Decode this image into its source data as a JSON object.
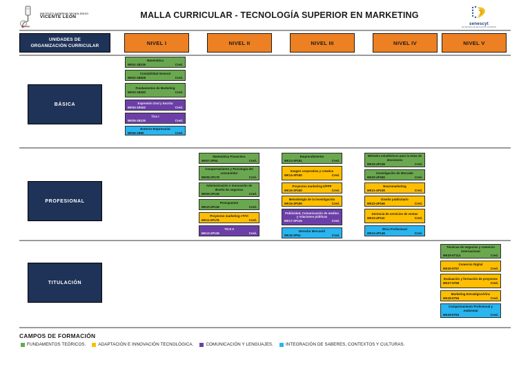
{
  "header": {
    "institution_line1": "INSTITUTO SUPERIOR TECNOLÓGICO",
    "institution_line2": "VICENTE LEÓN",
    "title": "MALLA CURRICULAR  -  TECNOLOGÍA SUPERIOR EN MARKETING",
    "agency_word": "senescyt",
    "agency_sub": "SECRETARÍA DE EDUCACIÓN SUPERIOR"
  },
  "columns": {
    "unidades_line1": "UNIDADES DE",
    "unidades_line2": "ORGANIZACIÓN CURRICULAR",
    "levels": [
      "NIVEL I",
      "NIVEL II",
      "NIVEL III",
      "NIVEL IV",
      "NIVEL V"
    ]
  },
  "areas": [
    {
      "label": "BÁSICA"
    },
    {
      "label": "PROFESIONAL"
    },
    {
      "label": "TITULACIÓN"
    }
  ],
  "credit_label": "Cred.",
  "courses": {
    "basica_nivel1": [
      {
        "name": "Matemática",
        "code": "MK01-1B135",
        "credits": "Cred.",
        "field": "green"
      },
      {
        "name": "Contabilidad General",
        "code": "MK02-1B208",
        "credits": "Cred.",
        "field": "green"
      },
      {
        "name": "Fundamentos de Marketing",
        "code": "MK03-1B180",
        "credits": "Cred.",
        "field": "green"
      },
      {
        "name": "Expresión Oral y Escrita",
        "code": "MK04-1B152",
        "credits": "Cred.",
        "field": "purple"
      },
      {
        "name": "Tics I",
        "code": "MK05-1B135",
        "credits": "Cred.",
        "field": "purple"
      },
      {
        "name": "Entorno Empresarial",
        "code": "MK06-1B90",
        "credits": "Cred.",
        "field": "cyan"
      }
    ],
    "profesional_nivel2": [
      {
        "name": "Matemática Financiera",
        "code": "MK07-2P54",
        "credits": "Cred.",
        "field": "green"
      },
      {
        "name": "Comportamiento y Psicología del consumidor",
        "code": "MK08-2P178",
        "credits": "Cred.",
        "field": "green"
      },
      {
        "name": "Administración e innovación de diseño de negocios",
        "code": "MK09-2P136",
        "credits": "Cred.",
        "field": "green"
      },
      {
        "name": "Presupuesto",
        "code": "MK10-2P136",
        "credits": "Cred.",
        "field": "green"
      },
      {
        "name": "Proyectos marketing I P/VI",
        "code": "MK11-2P178",
        "credits": "Cred.",
        "field": "yellow"
      },
      {
        "name": "TICS II",
        "code": "MK12-2P136",
        "credits": "Cred.",
        "field": "purple"
      }
    ],
    "profesional_nivel3": [
      {
        "name": "Emprendimiento",
        "code": "MK13-3P181",
        "credits": "Cred.",
        "field": "green"
      },
      {
        "name": "Imagen corporativa y creativa",
        "code": "MK14-3P180",
        "credits": "Cred.",
        "field": "yellow"
      },
      {
        "name": "Proyectos marketing II/PPP",
        "code": "MK15-3P180",
        "credits": "Cred.",
        "field": "yellow"
      },
      {
        "name": "Metodología de la investigación",
        "code": "MK16-3P180",
        "credits": "Cred.",
        "field": "yellow"
      },
      {
        "name": "Publicidad, Comunicación de medios y relaciones públicas",
        "code": "MK17-3P125",
        "credits": "Cred.",
        "field": "purple"
      },
      {
        "name": "Derecho Mercantil",
        "code": "MK18-3P54",
        "credits": "Cred.",
        "field": "cyan"
      }
    ],
    "profesional_nivel4": [
      {
        "name": "Métodos estadísticos para la toma de decisiones",
        "code": "MK19-4P108",
        "credits": "Cred.",
        "field": "green"
      },
      {
        "name": "Investigación de Mercado",
        "code": "MK20-4P180",
        "credits": "Cred.",
        "field": "green"
      },
      {
        "name": "Neuromarketing",
        "code": "MK21-4P108",
        "credits": "Cred.",
        "field": "yellow"
      },
      {
        "name": "Diseño publicitario",
        "code": "MK22-4P166",
        "credits": "Cred.",
        "field": "yellow"
      },
      {
        "name": "Gerencia de servicios de ventas",
        "code": "MK23-4P110",
        "credits": "Cred.",
        "field": "yellow"
      },
      {
        "name": "Ética Profesional",
        "code": "MK24-4P148",
        "credits": "Cred.",
        "field": "cyan"
      }
    ],
    "titulacion_nivel5": [
      {
        "name": "Técnicas de negocios y comercio Internacional",
        "code": "MK25-5T114",
        "credits": "Cred.",
        "field": "green"
      },
      {
        "name": "Comercio Digital",
        "code": "MK26-5T97",
        "credits": "Cred.",
        "field": "yellow"
      },
      {
        "name": "Evaluación y formación de proyectos",
        "code": "MK27-5T98",
        "credits": "Cred.",
        "field": "yellow"
      },
      {
        "name": "Marketing Estratégico/Vinc",
        "code": "MK28-5T96",
        "credits": "Cred.",
        "field": "yellow"
      },
      {
        "name": "Comportamiento Profesional y Ambiental",
        "code": "MK29-5T93",
        "credits": "Cred.",
        "field": "cyan"
      }
    ]
  },
  "legend": {
    "title": "CAMPOS DE FORMACIÓN",
    "items": [
      {
        "label": "FUNDAMENTOS TEÓRICOS.",
        "color": "#6aa84f"
      },
      {
        "label": "ADAPTACIÓN E INNOVACIÓN TECNOLÓGICA.",
        "color": "#ffbf00"
      },
      {
        "label": "COMUNICACIÓN Y LENGUAJES.",
        "color": "#6c3fa8"
      },
      {
        "label": "INTEGRACIÓN DE SABERES, CONTEXTOS Y CULTURAS.",
        "color": "#29b5ef"
      }
    ]
  },
  "palette": {
    "header_navy": "#1f3257",
    "level_orange": "#ec8023",
    "green": "#6aa84f",
    "yellow": "#ffbf00",
    "purple": "#6c3fa8",
    "cyan": "#29b5ef"
  }
}
